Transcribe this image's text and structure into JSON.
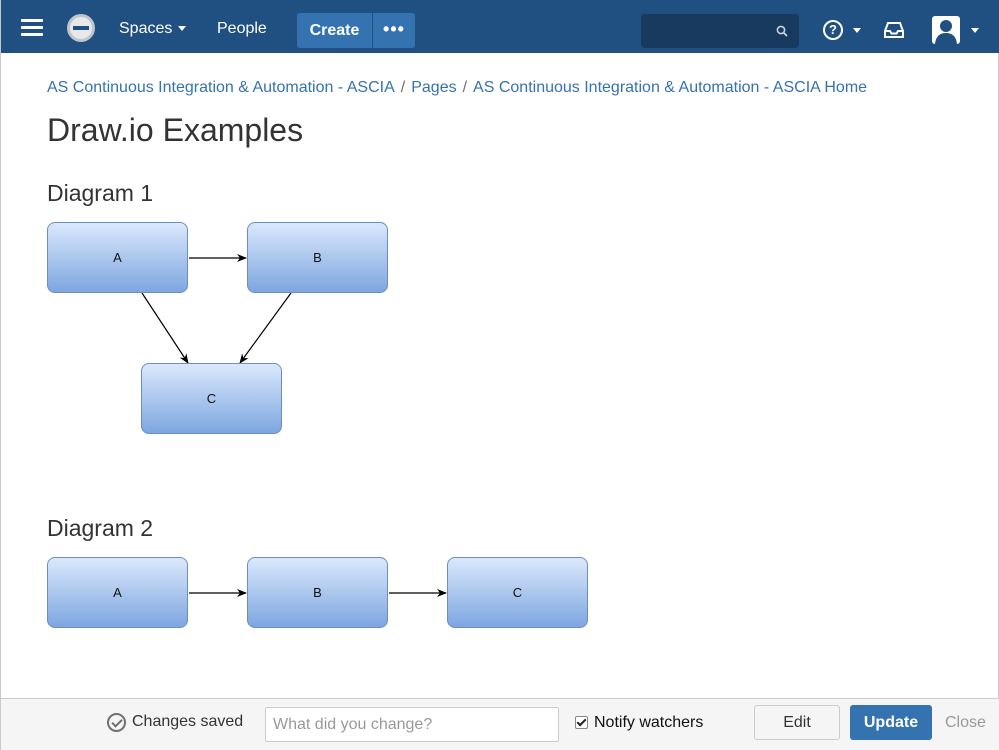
{
  "header": {
    "nav": {
      "spaces": "Spaces",
      "people": "People"
    },
    "create_label": "Create",
    "more_label": "•••",
    "search": {
      "placeholder": ""
    },
    "help_label": "?"
  },
  "breadcrumb": {
    "items": [
      "AS Continuous Integration & Automation - ASCIA",
      "Pages",
      "AS Continuous Integration & Automation - ASCIA Home"
    ],
    "separator": "/"
  },
  "page": {
    "title": "Draw.io Examples",
    "diagrams": [
      {
        "heading": "Diagram 1",
        "nodes": [
          {
            "id": "a",
            "label": "A"
          },
          {
            "id": "b",
            "label": "B"
          },
          {
            "id": "c",
            "label": "C"
          }
        ],
        "edges": [
          [
            "a",
            "b"
          ],
          [
            "a",
            "c"
          ],
          [
            "b",
            "c"
          ]
        ]
      },
      {
        "heading": "Diagram 2",
        "nodes": [
          {
            "id": "a",
            "label": "A"
          },
          {
            "id": "b",
            "label": "B"
          },
          {
            "id": "c",
            "label": "C"
          }
        ],
        "edges": [
          [
            "a",
            "b"
          ],
          [
            "b",
            "c"
          ]
        ]
      }
    ]
  },
  "footer": {
    "status": "Changes saved",
    "change_placeholder": "What did you change?",
    "notify_label": "Notify watchers",
    "notify_checked": true,
    "edit_label": "Edit",
    "update_label": "Update",
    "close_label": "Close"
  },
  "colors": {
    "header_bg": "#205081",
    "accent": "#3572b0",
    "node_top": "#dae8fc",
    "node_bottom": "#7ea6e0",
    "node_border": "#6c8ebf"
  }
}
